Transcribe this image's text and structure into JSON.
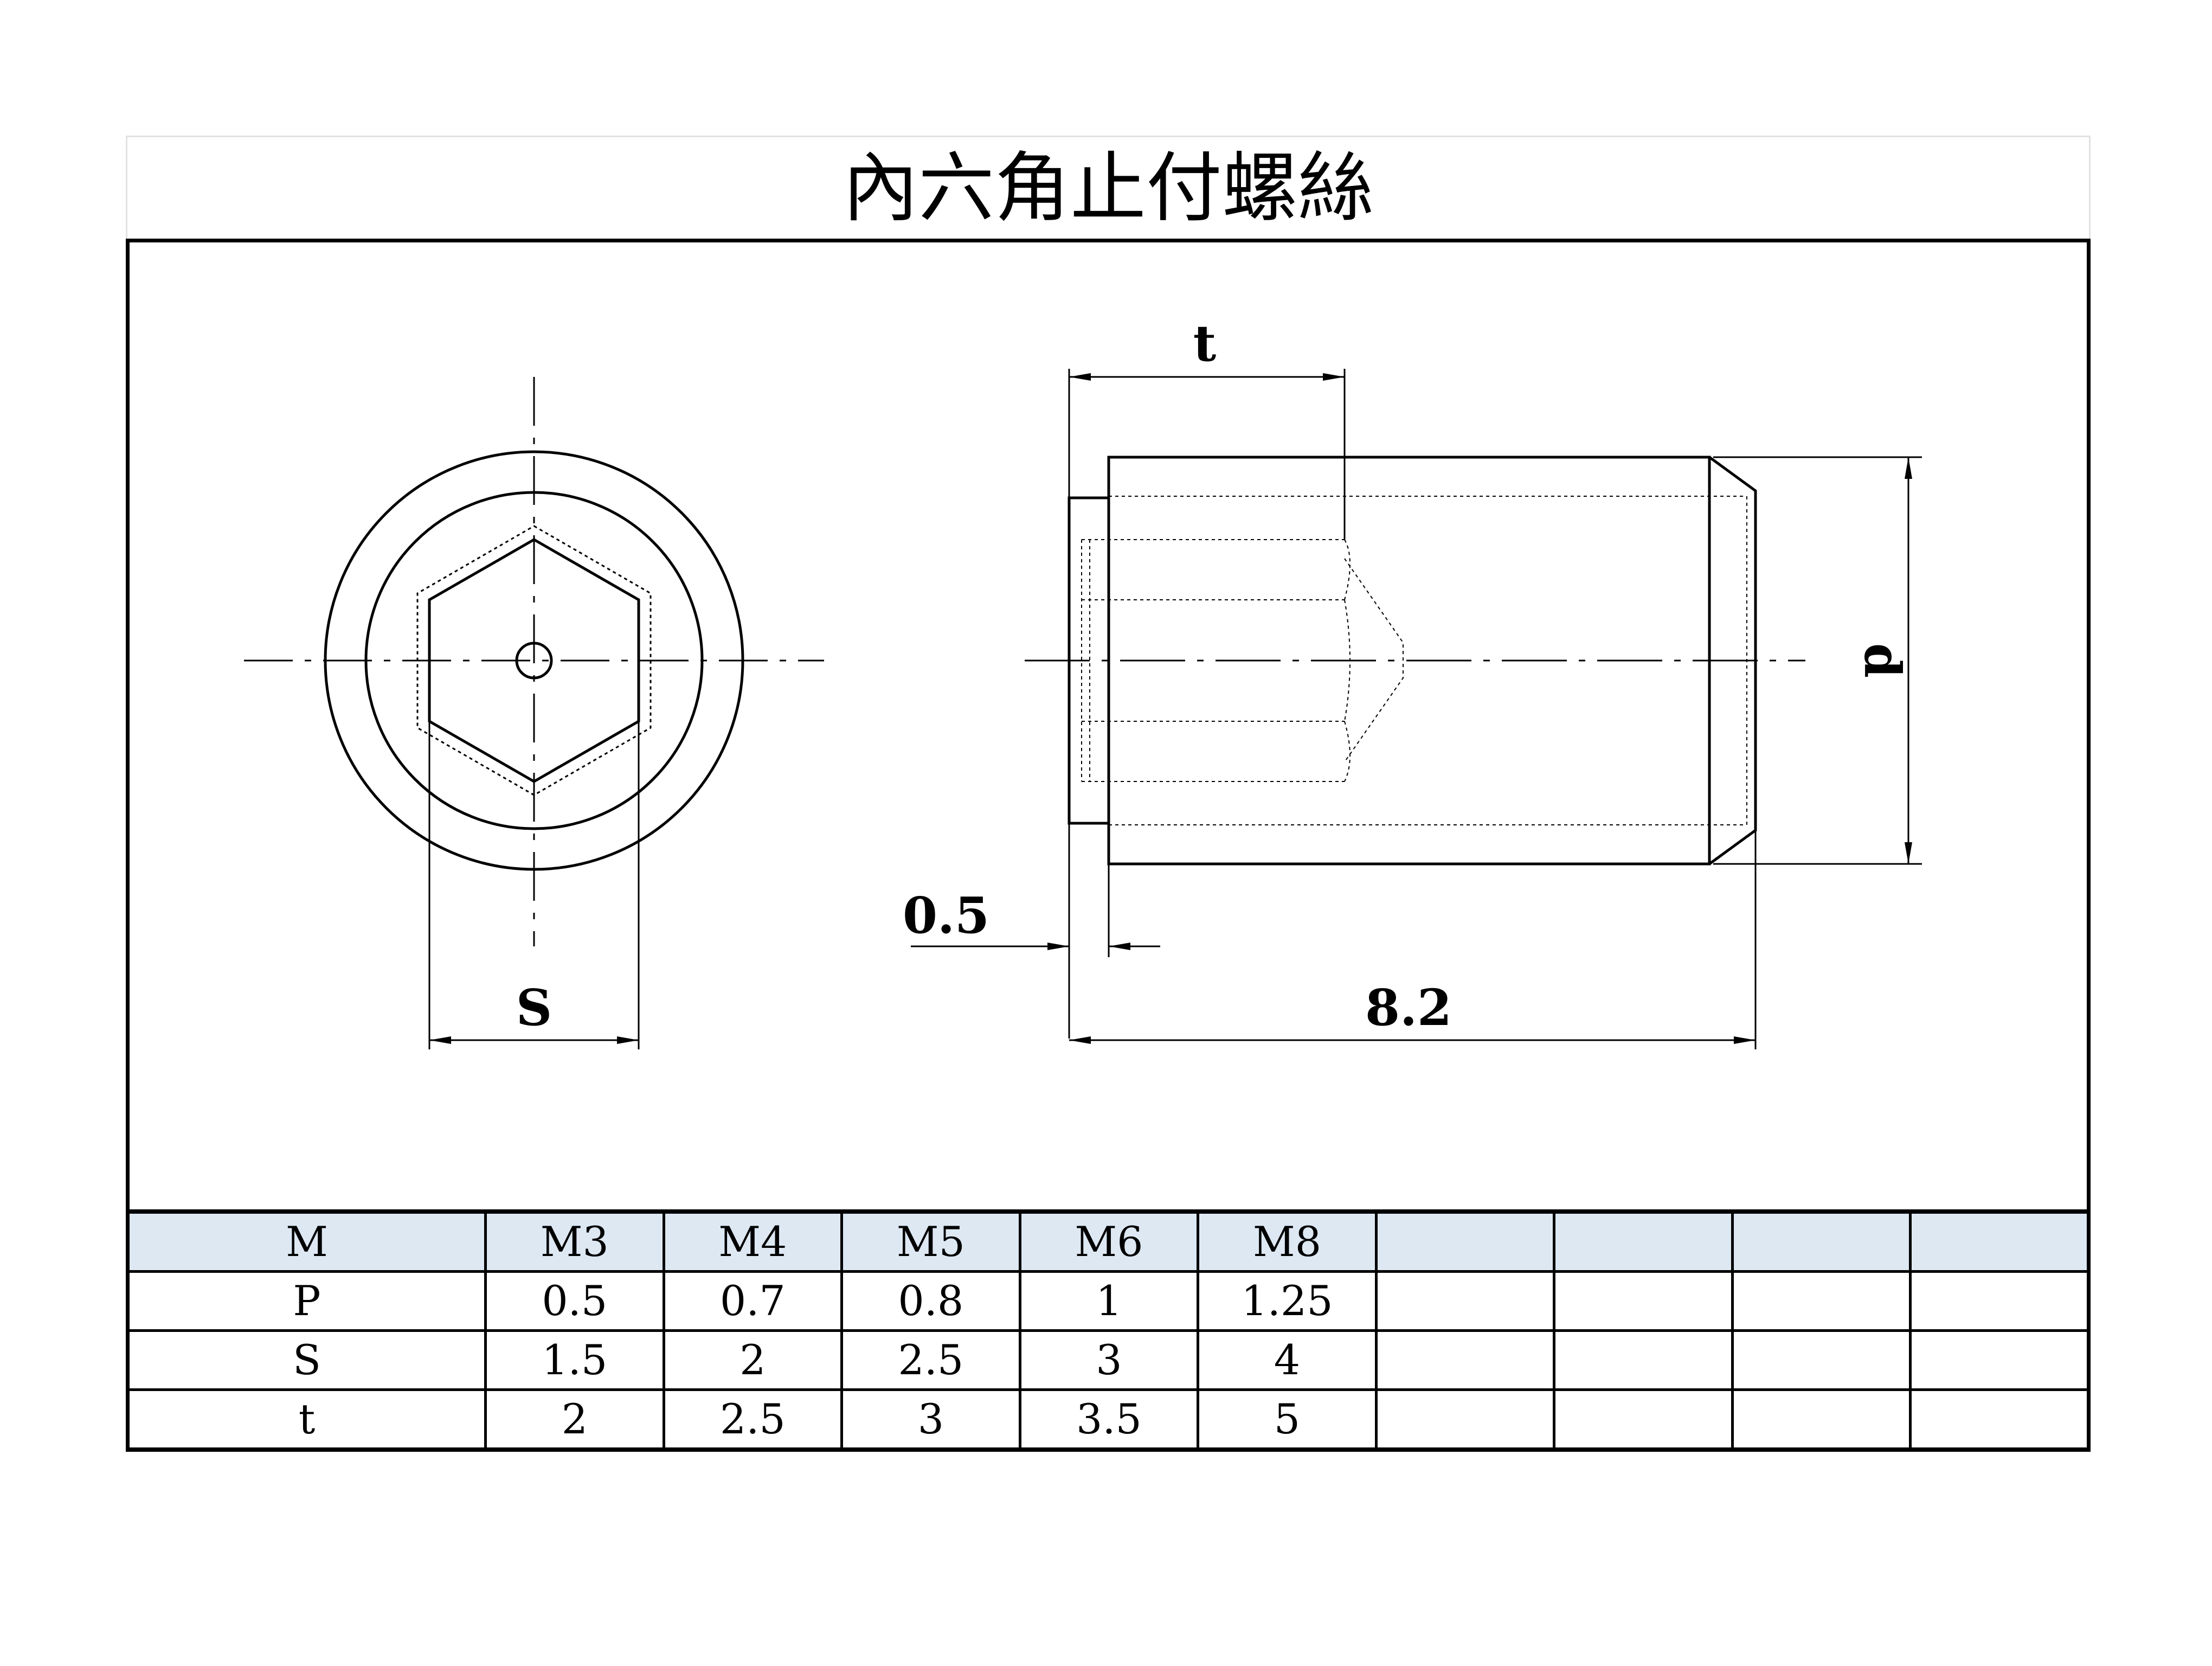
{
  "title": "內六角止付螺絲",
  "dimensions": {
    "s_label": "S",
    "t_label": "t",
    "d_label": "d",
    "chamfer_label": "0.5",
    "length_label": "8.2"
  },
  "table": {
    "row_labels": [
      "M",
      "P",
      "S",
      "t"
    ],
    "columns": [
      {
        "M": "M3",
        "P": "0.5",
        "S": "1.5",
        "t": "2"
      },
      {
        "M": "M4",
        "P": "0.7",
        "S": "2",
        "t": "2.5"
      },
      {
        "M": "M5",
        "P": "0.8",
        "S": "2.5",
        "t": "3"
      },
      {
        "M": "M6",
        "P": "1",
        "S": "3",
        "t": "3.5"
      },
      {
        "M": "M8",
        "P": "1.25",
        "S": "4",
        "t": "5"
      },
      {
        "M": "",
        "P": "",
        "S": "",
        "t": ""
      },
      {
        "M": "",
        "P": "",
        "S": "",
        "t": ""
      },
      {
        "M": "",
        "P": "",
        "S": "",
        "t": ""
      },
      {
        "M": "",
        "P": "",
        "S": "",
        "t": ""
      }
    ]
  },
  "colors": {
    "line": "#000000",
    "header_fill": "#dde8f3"
  }
}
